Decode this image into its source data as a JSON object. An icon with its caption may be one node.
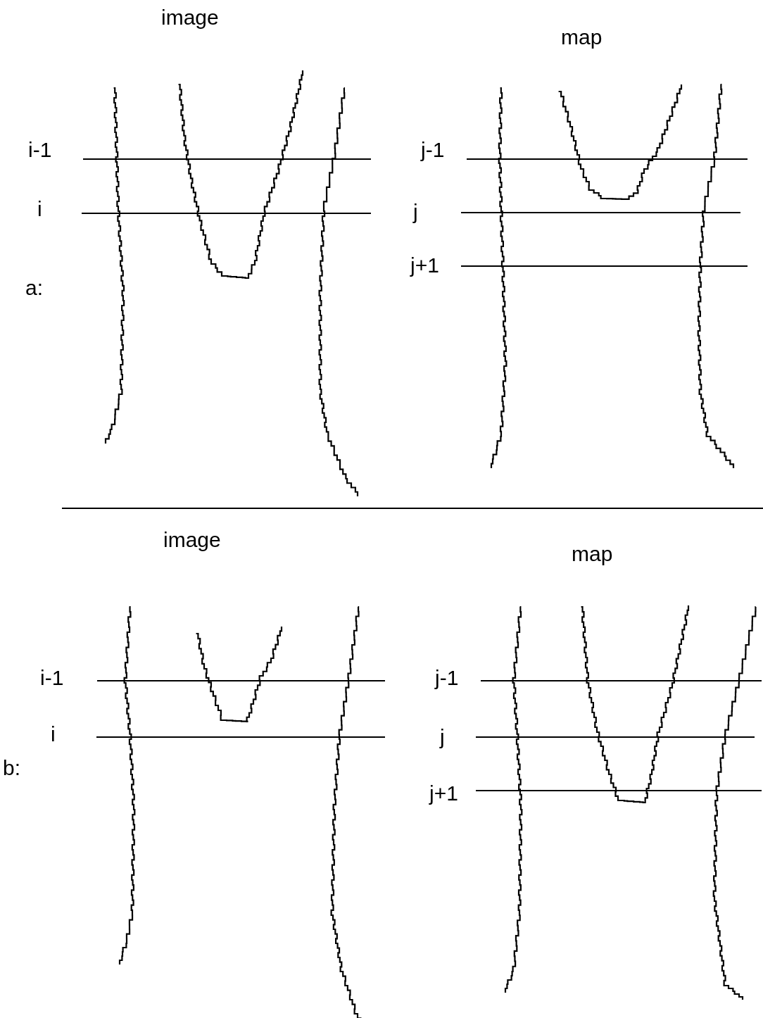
{
  "diagram": {
    "labels": [
      "image",
      "map",
      "i-1",
      "j-1",
      "i",
      "j",
      "j+1",
      "a:",
      "image",
      "map",
      "i-1",
      "j-1",
      "i",
      "j",
      "b:",
      "j+1"
    ]
  }
}
